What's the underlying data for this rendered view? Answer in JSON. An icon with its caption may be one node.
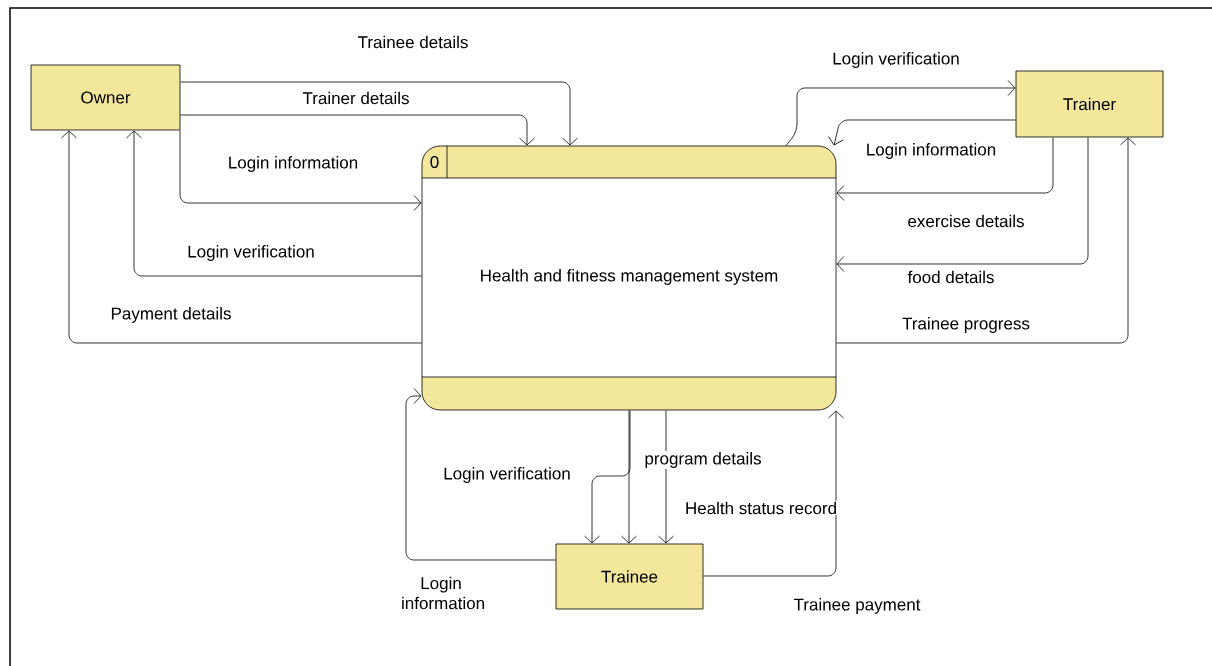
{
  "diagram": {
    "nodes": [
      {
        "text": [
          "Owner"
        ]
      },
      {
        "text": [
          "Trainer"
        ]
      },
      {
        "text": [
          "0",
          "Health and fitness management system"
        ]
      },
      {
        "text": [
          "Trainee"
        ]
      }
    ],
    "edges": [
      {
        "from": 0,
        "to": 2,
        "arrow": "to",
        "label": "Trainee details"
      },
      {
        "from": 0,
        "to": 2,
        "arrow": "to",
        "label": "Trainer details"
      },
      {
        "from": 0,
        "to": 2,
        "arrow": "to",
        "label": "Login information"
      },
      {
        "from": 2,
        "to": 0,
        "arrow": "to",
        "label": "Login verification"
      },
      {
        "from": 2,
        "to": 0,
        "arrow": "to",
        "label": "Payment details"
      },
      {
        "from": 2,
        "to": 1,
        "arrow": "to",
        "label": "Login verification"
      },
      {
        "from": 1,
        "to": 2,
        "arrow": "to",
        "label": "Login information"
      },
      {
        "from": 1,
        "to": 2,
        "arrow": "to",
        "label": "exercise details"
      },
      {
        "from": 1,
        "to": 2,
        "arrow": "to",
        "label": "food details"
      },
      {
        "from": 2,
        "to": 1,
        "arrow": "to",
        "label": "Trainee progress"
      },
      {
        "from": 2,
        "to": 3,
        "arrow": "to",
        "label": "Login verification"
      },
      {
        "from": 2,
        "to": 3,
        "arrow": "to",
        "label": "program details"
      },
      {
        "from": 2,
        "to": 3,
        "arrow": "to",
        "label": "Health status record"
      },
      {
        "from": 3,
        "to": 2,
        "arrow": "to",
        "label": "Login information"
      },
      {
        "from": 3,
        "to": 2,
        "arrow": "to",
        "label": "Trainee payment"
      }
    ]
  }
}
